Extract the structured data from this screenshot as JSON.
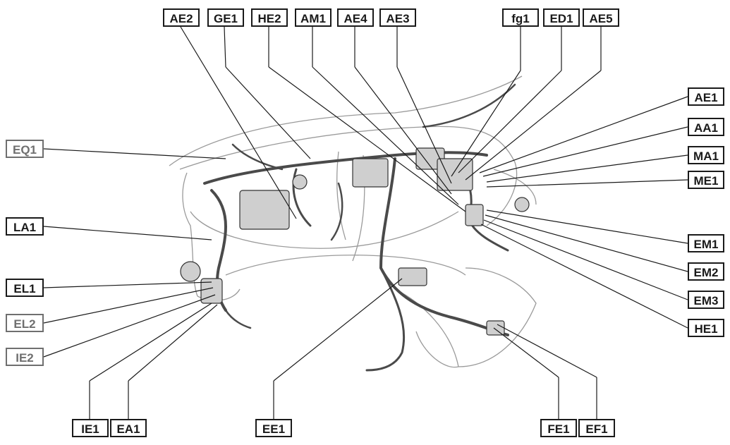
{
  "colors": {
    "ink": "#1a1a1a",
    "faint_ink": "#6f6f6f",
    "harness": "#4a4a4a",
    "outline": "#9a9a9a"
  },
  "connectors": {
    "AE2": "AE2",
    "GE1": "GE1",
    "HE2": "HE2",
    "AM1": "AM1",
    "AE4": "AE4",
    "AE3": "AE3",
    "fg1": "fg1",
    "ED1": "ED1",
    "AE5": "AE5",
    "AE1": "AE1",
    "AA1": "AA1",
    "MA1": "MA1",
    "ME1": "ME1",
    "EM1": "EM1",
    "EM2": "EM2",
    "EM3": "EM3",
    "HE1": "HE1",
    "EQ1": "EQ1",
    "LA1": "LA1",
    "EL1": "EL1",
    "EL2": "EL2",
    "IE2": "IE2",
    "IE1": "IE1",
    "EA1": "EA1",
    "EE1": "EE1",
    "FE1": "FE1",
    "EF1": "EF1"
  }
}
